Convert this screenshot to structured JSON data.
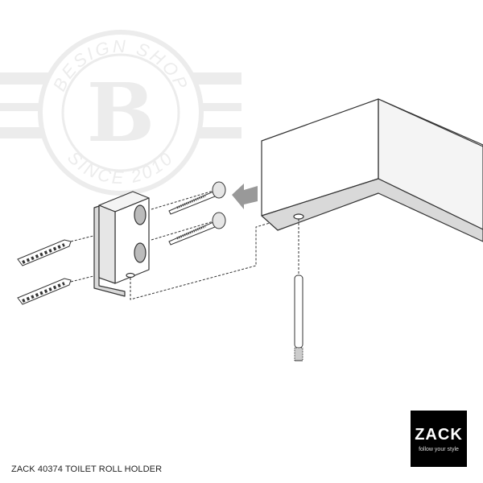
{
  "watermark": {
    "top_text": "BESIGN SHOP",
    "bottom_text": "SINCE 2010",
    "letter": "B"
  },
  "caption": "ZACK 40374 TOILET ROLL HOLDER",
  "logo": {
    "word": "ZACK",
    "tagline": "follow your style",
    "accent": "#1a9c8c"
  },
  "colors": {
    "line": "#333333",
    "face_gray": "#d9d9d9",
    "arrow": "#999999",
    "watermark": "#ececec"
  }
}
